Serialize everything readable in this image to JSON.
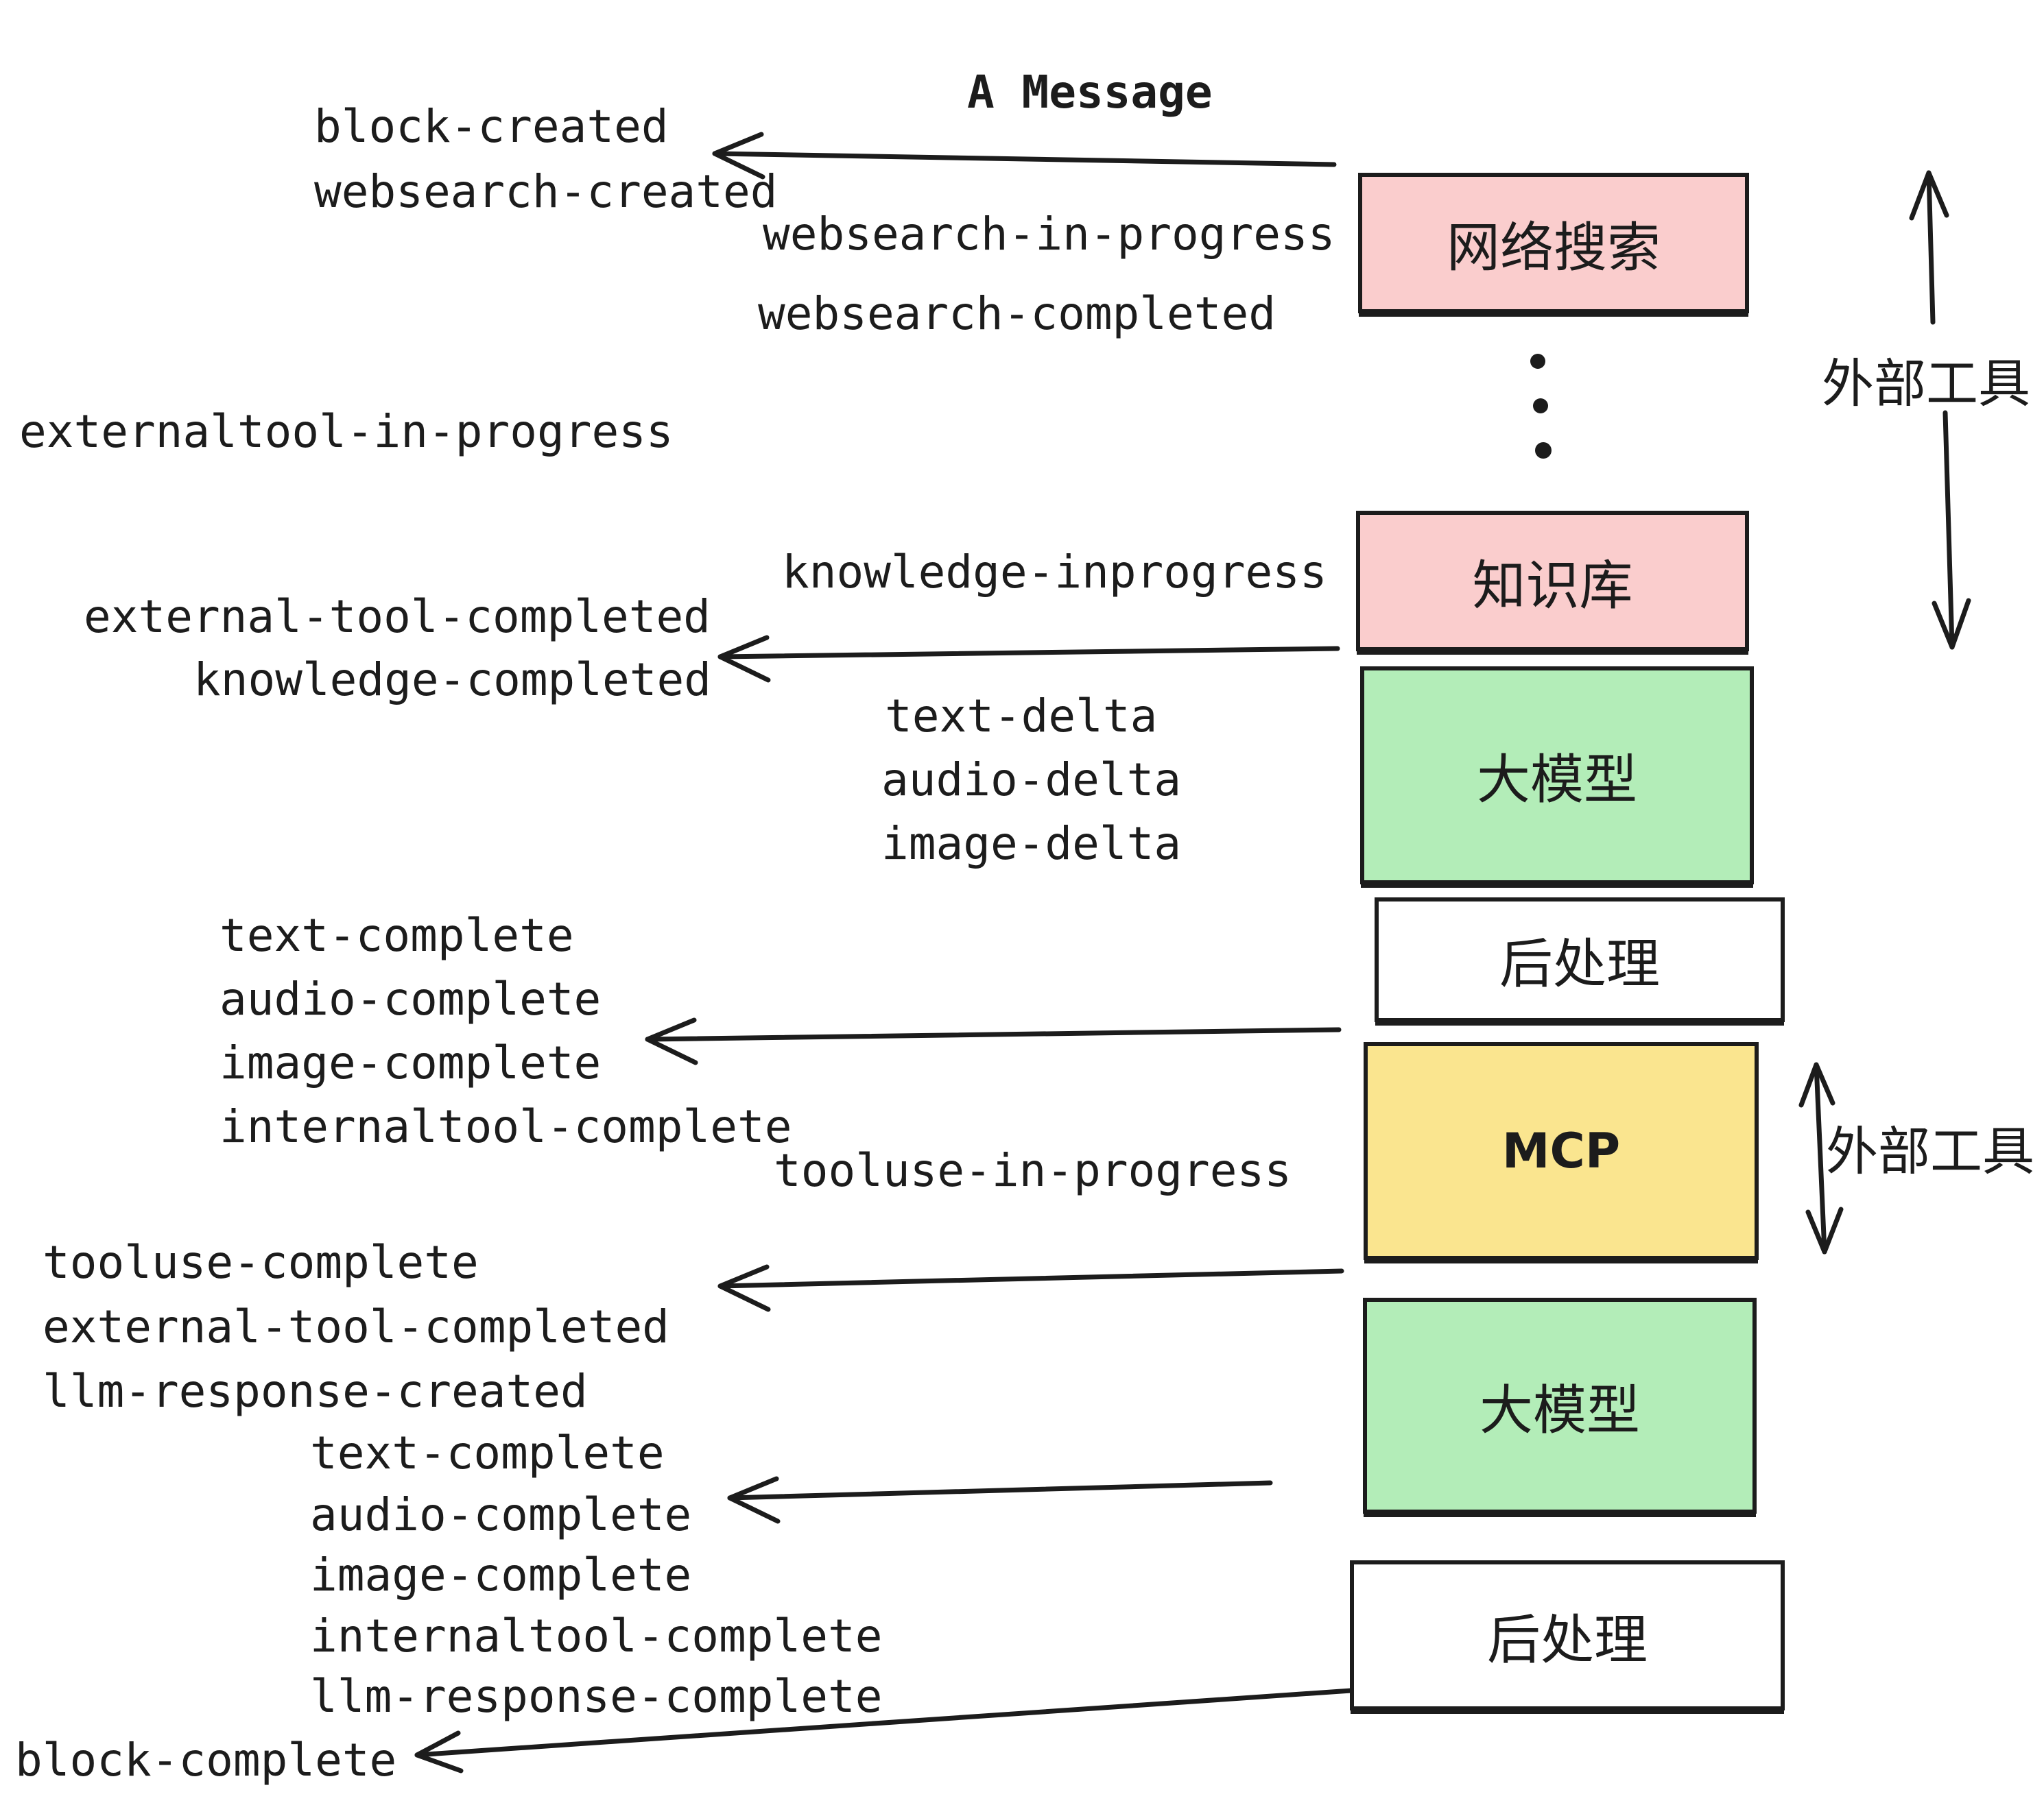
{
  "title": "A Message",
  "events": [
    {
      "label": "block-created"
    },
    {
      "label": "websearch-created"
    },
    {
      "label": "websearch-in-progress"
    },
    {
      "label": "websearch-completed"
    },
    {
      "label": "externaltool-in-progress"
    },
    {
      "label": "knowledge-inprogress"
    },
    {
      "label": "external-tool-completed"
    },
    {
      "label": "knowledge-completed"
    },
    {
      "label": "text-delta"
    },
    {
      "label": "audio-delta"
    },
    {
      "label": "image-delta"
    },
    {
      "label": "text-complete"
    },
    {
      "label": "audio-complete"
    },
    {
      "label": "image-complete"
    },
    {
      "label": "internaltool-complete"
    },
    {
      "label": "tooluse-in-progress"
    },
    {
      "label": "tooluse-complete"
    },
    {
      "label": "external-tool-completed"
    },
    {
      "label": "llm-response-created"
    },
    {
      "label": "text-complete"
    },
    {
      "label": "audio-complete"
    },
    {
      "label": "image-complete"
    },
    {
      "label": "internaltool-complete"
    },
    {
      "label": "llm-response-complete"
    },
    {
      "label": "block-complete"
    }
  ],
  "boxes": [
    {
      "label": "网络搜索",
      "color": "#facdcd"
    },
    {
      "label": "知识库",
      "color": "#facdcd"
    },
    {
      "label": "大模型",
      "color": "#b3edb8"
    },
    {
      "label": "后处理",
      "color": "#ffffff"
    },
    {
      "label": "MCP",
      "color": "#fae58f"
    },
    {
      "label": "大模型",
      "color": "#b3edb8"
    },
    {
      "label": "后处理",
      "color": "#ffffff"
    }
  ],
  "annotations": {
    "external_tools_top": "外部工具",
    "external_tools_bottom": "外部工具"
  },
  "colors": {
    "box_pink": "#facdcd",
    "box_green": "#b3edb8",
    "box_yellow": "#fae58f",
    "box_white": "#ffffff",
    "ink": "#1c1c1c"
  },
  "icons": {
    "left_arrow": "left-arrow-icon",
    "up_down_arrow": "up-down-arrow-icon",
    "vertical_ellipsis": "vertical-ellipsis-icon"
  }
}
